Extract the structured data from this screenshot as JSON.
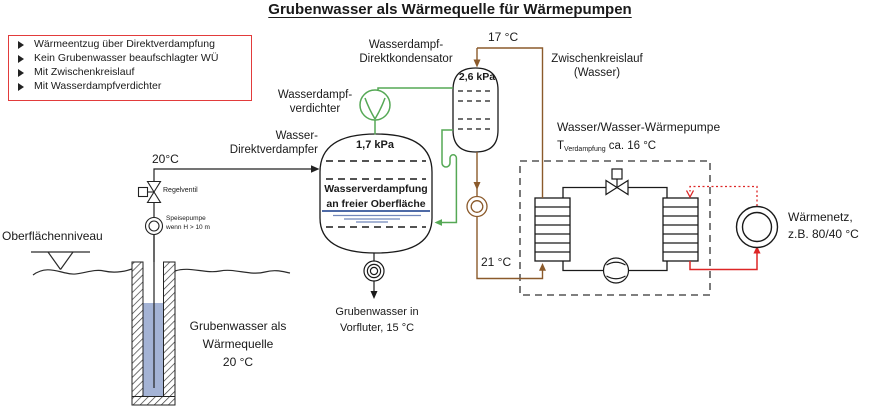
{
  "title": "Grubenwasser als Wärmequelle  für Wärmepumpen",
  "info_box": {
    "items": [
      "Wärmeentzug über Direktverdampfung",
      "Kein Grubenwasser beaufschlagter WÜ",
      "Mit Zwischenkreislauf",
      "Mit Wasserdampfverdichter"
    ]
  },
  "source_well": {
    "surface_label": "Oberflächenniveau",
    "label1": "Grubenwasser als",
    "label2": "Wärmequelle",
    "label3": "20 °C"
  },
  "feed_line": {
    "temp": "20°C",
    "valve_label": "Regelventil",
    "pump_label1": "Speisepumpe",
    "pump_label2": "wenn H > 10 m"
  },
  "evaporator": {
    "label1": "Wasser-",
    "label2": "Direktverdampfer",
    "pressure": "1,7 kPa",
    "inner1": "Wasserverdampfung",
    "inner2": "an freier Oberfläche",
    "outflow1": "Grubenwasser in",
    "outflow2": "Vorfluter, 15 °C"
  },
  "vapor_compressor": {
    "label1": "Wasserdampf-",
    "label2": "verdichter"
  },
  "condenser": {
    "label1": "Wasserdampf-",
    "label2": "Direktkondensator",
    "pressure": "2,6 kPa"
  },
  "intermediate_loop": {
    "temp_supply": "17 °C",
    "temp_return": "21 °C",
    "label1": "Zwischenkreislauf",
    "label2": "(Wasser)"
  },
  "heat_pump": {
    "label": "Wasser/Wasser-Wärmepumpe",
    "t_symbol": "T",
    "t_subscript": "Verdampfung",
    "t_value": "ca. 16 °C"
  },
  "heat_network": {
    "label1": "Wärmenetz,",
    "label2": "z.B. 80/40 °C"
  },
  "colors": {
    "pipe_green": "#55a855",
    "pipe_brown": "#8b5a2b",
    "pipe_red": "#dd2626",
    "info_box_border": "#e23b3b",
    "water_fill": "#a4b3d5",
    "water_line": "#34549a"
  }
}
